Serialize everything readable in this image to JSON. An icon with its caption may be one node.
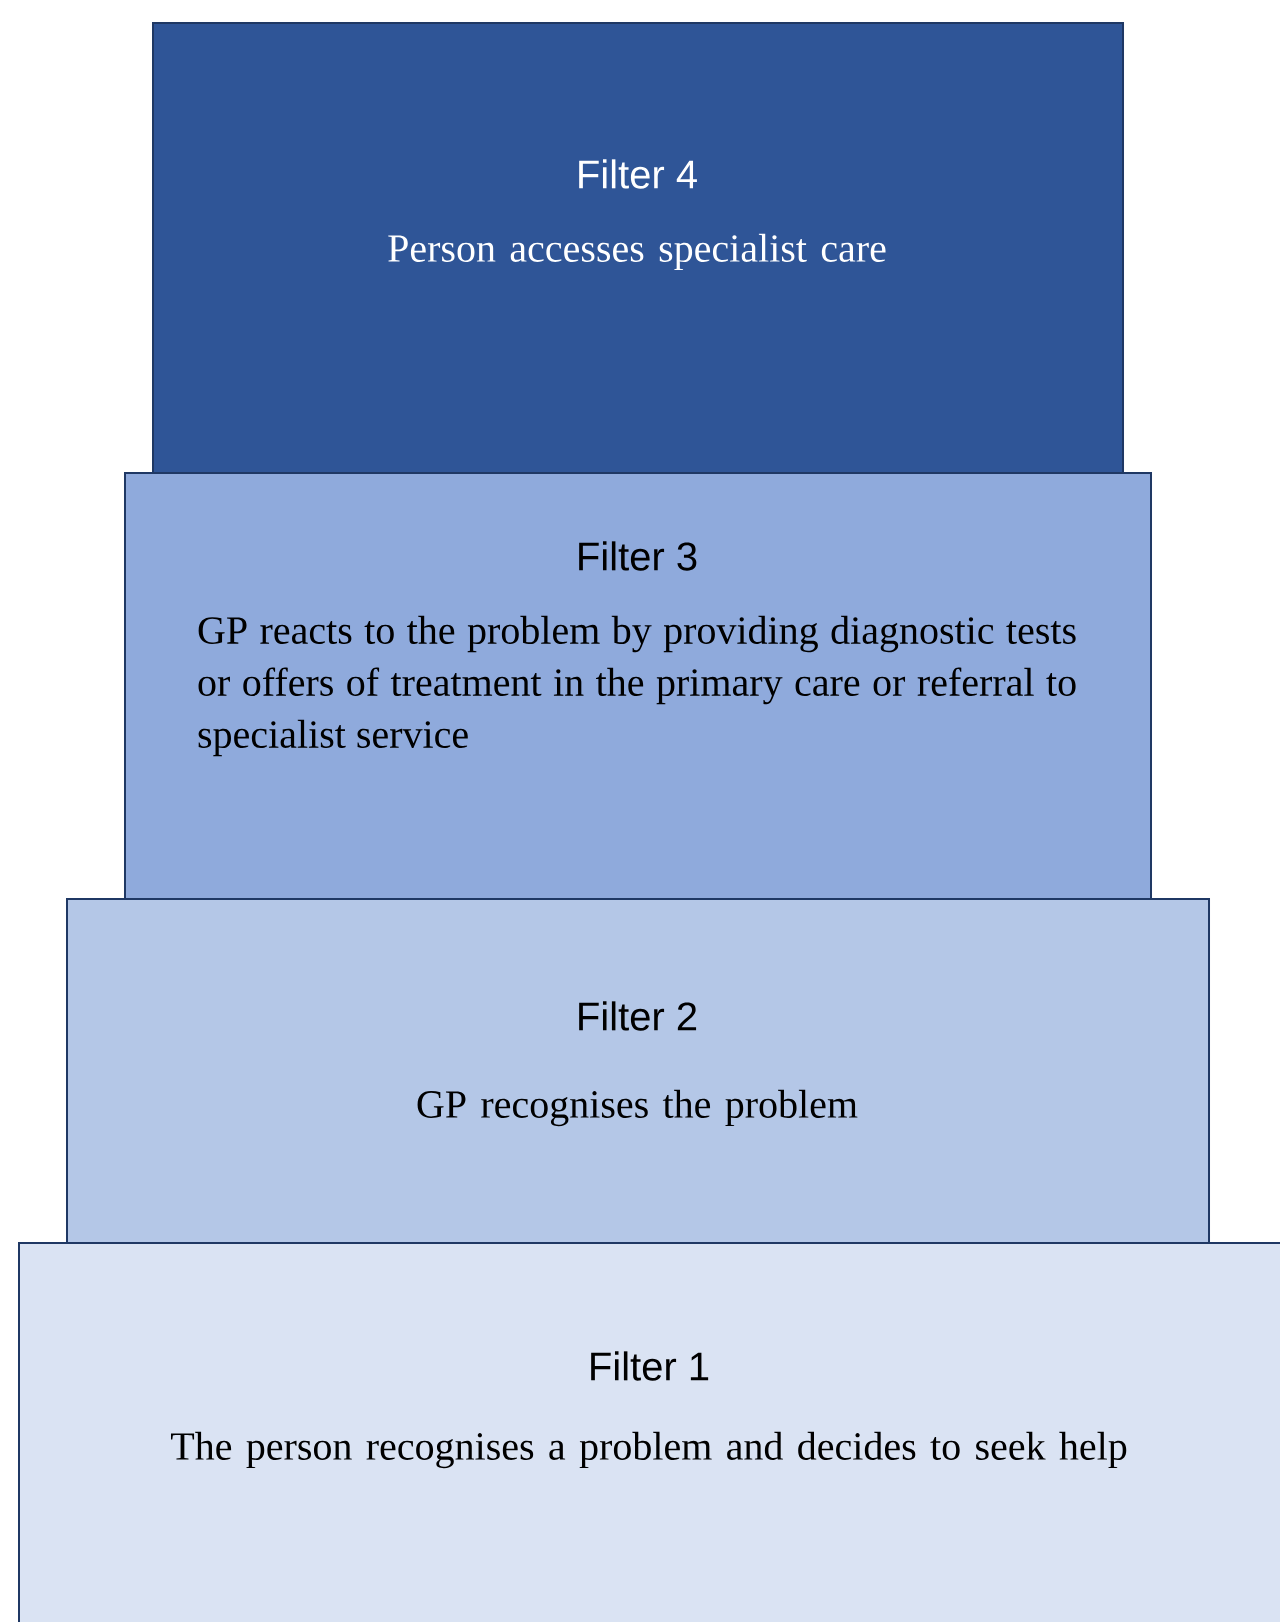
{
  "diagram": {
    "nodes": [
      {
        "text": [
          "Filter 4",
          "Person accesses specialist care"
        ]
      },
      {
        "text": [
          "Filter 3",
          "GP reacts to the problem by providing diagnostic tests or offers of treatment in the primary care or referral to specialist service"
        ]
      },
      {
        "text": [
          "Filter 2",
          "GP recognises the problem"
        ]
      },
      {
        "text": [
          "Filter 1",
          "The person recognises a problem and decides to seek help"
        ]
      }
    ]
  }
}
